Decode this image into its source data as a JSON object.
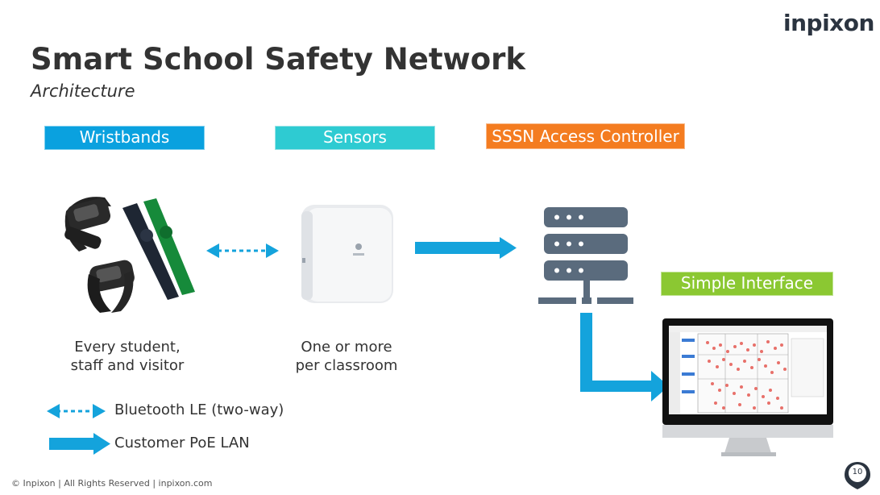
{
  "brand": {
    "logo_text": "inpixon"
  },
  "slide": {
    "title": "Smart School Safety Network",
    "subtitle": "Architecture",
    "page_number": "10"
  },
  "columns": {
    "wristbands": {
      "label": "Wristbands",
      "caption_line1": "Every student,",
      "caption_line2": "staff and visitor",
      "color": "#0aa1df"
    },
    "sensors": {
      "label": "Sensors",
      "caption_line1": "One or more",
      "caption_line2": "per classroom",
      "color": "#2ecbd2"
    },
    "controller": {
      "label": "SSSN Access Controller",
      "color": "#f47c20"
    },
    "interface": {
      "label": "Simple Interface",
      "color": "#8bc832"
    }
  },
  "legend": {
    "bluetooth": "Bluetooth LE (two-way)",
    "lan": "Customer PoE LAN"
  },
  "footer": {
    "text": "© Inpixon | All Rights Reserved | inpixon.com"
  },
  "colors": {
    "arrow": "#14a3dc",
    "server": "#5a6b7d"
  }
}
